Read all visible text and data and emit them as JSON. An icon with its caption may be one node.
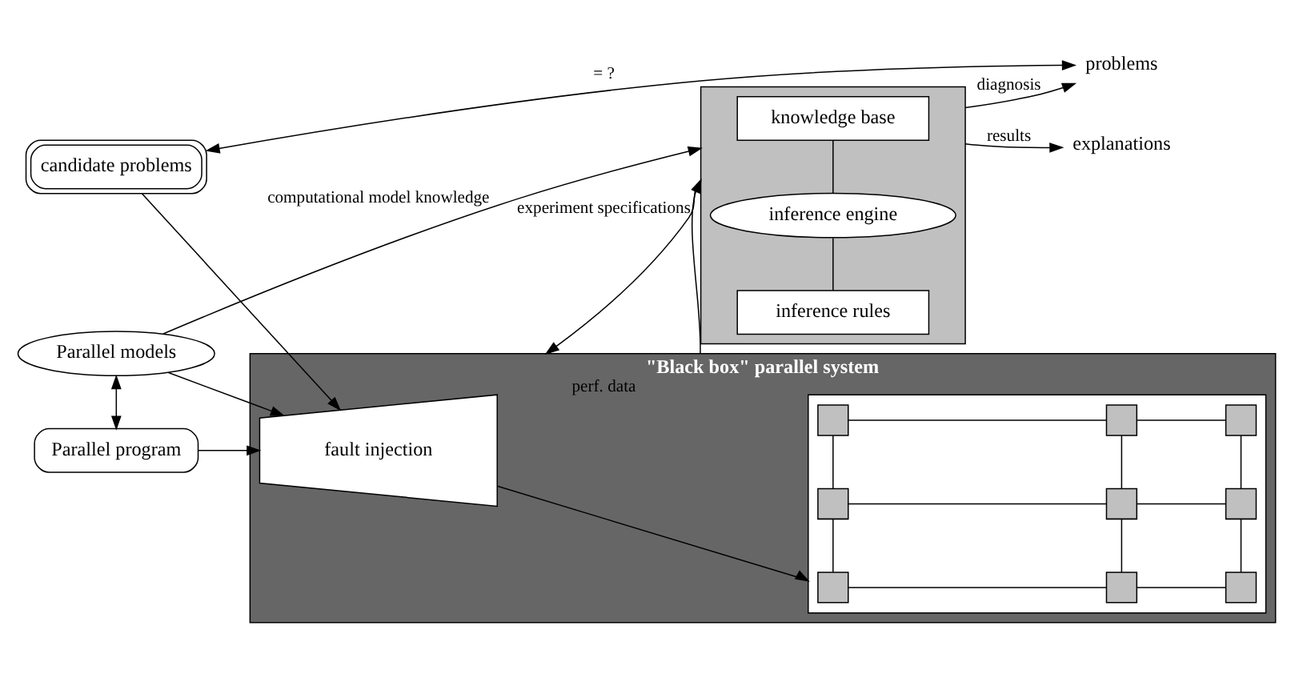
{
  "diagram": {
    "nodes": [
      {
        "text": [
          "Parallel models"
        ]
      },
      {
        "text": [
          "Parallel program"
        ]
      },
      {
        "text": [
          "\"Black box\" parallel system"
        ]
      },
      {
        "text": [
          "fault injection"
        ],
        "in": 2
      },
      {
        "text": [],
        "shape": "box",
        "in": 2
      },
      {
        "text": [],
        "shape": "box",
        "in": 4
      },
      {
        "text": [],
        "shape": "box",
        "in": 4
      },
      {
        "text": [],
        "shape": "box",
        "in": 4
      },
      {
        "text": [],
        "shape": "box",
        "in": 4
      },
      {
        "text": [],
        "shape": "box",
        "in": 4
      },
      {
        "text": [],
        "shape": "box",
        "in": 4
      },
      {
        "text": [],
        "shape": "box",
        "in": 4
      },
      {
        "text": [],
        "shape": "box",
        "in": 4
      },
      {
        "text": [],
        "shape": "box",
        "in": 4
      },
      {
        "text": [],
        "shape": "box"
      },
      {
        "text": [
          "knowledge base"
        ],
        "in": 14
      },
      {
        "text": [
          "inference engine"
        ],
        "in": 14
      },
      {
        "text": [
          "inference rules"
        ],
        "in": 14
      },
      {
        "text": [
          "candidate problems"
        ]
      },
      {
        "text": [
          "problems"
        ]
      },
      {
        "text": [
          "explanations"
        ]
      }
    ],
    "edges": [
      {
        "from": 0,
        "to": 14,
        "arrow": "to",
        "label": "computational model knowledge"
      },
      {
        "from": 0,
        "to": 1,
        "arrow": "both"
      },
      {
        "from": 0,
        "to": 3,
        "arrow": "to"
      },
      {
        "from": 1,
        "to": 3,
        "arrow": "to"
      },
      {
        "from": 3,
        "to": 4,
        "arrow": "to"
      },
      {
        "from": 5,
        "to": 6,
        "arrow": "none"
      },
      {
        "from": 6,
        "to": 7,
        "arrow": "none"
      },
      {
        "from": 8,
        "to": 9,
        "arrow": "none"
      },
      {
        "from": 9,
        "to": 10,
        "arrow": "none"
      },
      {
        "from": 11,
        "to": 12,
        "arrow": "none"
      },
      {
        "from": 12,
        "to": 13,
        "arrow": "none"
      },
      {
        "from": 5,
        "to": 8,
        "arrow": "none"
      },
      {
        "from": 8,
        "to": 11,
        "arrow": "none"
      },
      {
        "from": 6,
        "to": 9,
        "arrow": "none"
      },
      {
        "from": 9,
        "to": 12,
        "arrow": "none"
      },
      {
        "from": 7,
        "to": 10,
        "arrow": "none"
      },
      {
        "from": 10,
        "to": 13,
        "arrow": "none"
      },
      {
        "from": 14,
        "to": 2,
        "arrow": "to",
        "label": "experiment specifications"
      },
      {
        "from": 2,
        "to": 14,
        "arrow": "to",
        "label": "perf. data"
      },
      {
        "from": 18,
        "to": 3,
        "arrow": "to"
      },
      {
        "from": 18,
        "to": 19,
        "arrow": "both",
        "label": "= ?"
      },
      {
        "from": 15,
        "to": 16,
        "arrow": "none"
      },
      {
        "from": 16,
        "to": 17,
        "arrow": "none"
      },
      {
        "from": 14,
        "to": 19,
        "arrow": "to",
        "label": "diagnosis"
      },
      {
        "from": 14,
        "to": 20,
        "arrow": "to",
        "label": "results"
      }
    ]
  }
}
